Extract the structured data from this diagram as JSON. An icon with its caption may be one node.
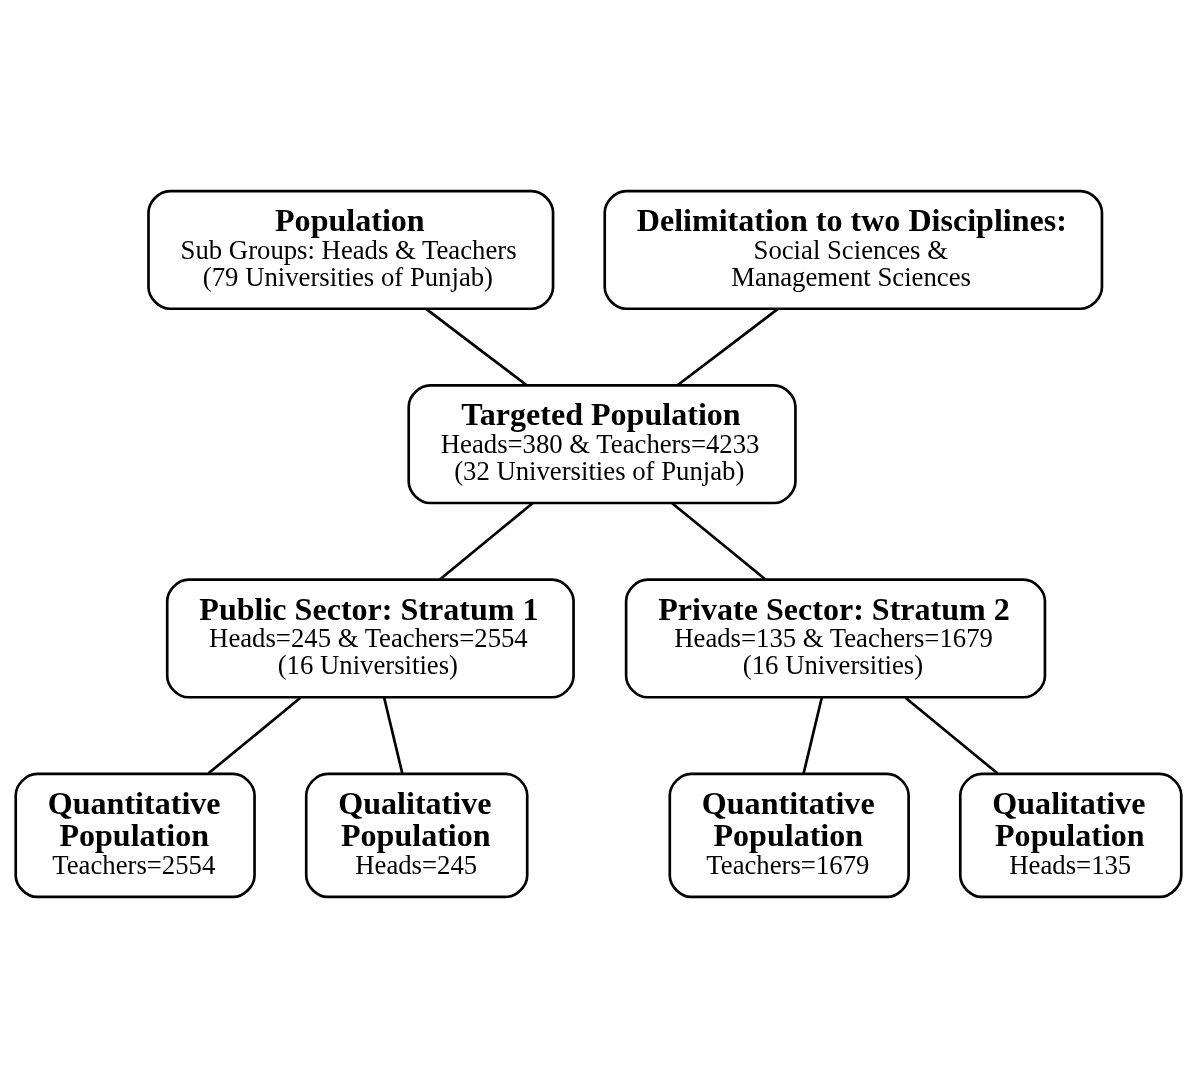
{
  "diagram": {
    "nodes": [
      {
        "text": [
          "Population",
          "Sub Groups: Heads & Teachers",
          "(79 Universities of Punjab)"
        ]
      },
      {
        "text": [
          "Delimitation to two Disciplines:",
          "Social Sciences & Management Sciences"
        ]
      },
      {
        "text": [
          "Targeted Population",
          "Heads=380 & Teachers=4233",
          "(32 Universities of Punjab)"
        ]
      },
      {
        "text": [
          "Public Sector: Stratum 1",
          "Heads=245 & Teachers=2554",
          "(16 Universities)"
        ]
      },
      {
        "text": [
          "Private Sector: Stratum 2",
          "Heads=135 & Teachers=1679",
          "(16 Universities)"
        ]
      },
      {
        "text": [
          "Quantitative Population",
          "Teachers=2554"
        ]
      },
      {
        "text": [
          "Qualitative Population",
          "Heads=245"
        ]
      },
      {
        "text": [
          "Quantitative Population",
          "Teachers=1679"
        ]
      },
      {
        "text": [
          "Qualitative Population",
          "Heads=135"
        ]
      }
    ],
    "edges": [
      {
        "from": 0,
        "to": 2,
        "arrow": "none"
      },
      {
        "from": 1,
        "to": 2,
        "arrow": "none"
      },
      {
        "from": 2,
        "to": 3,
        "arrow": "none"
      },
      {
        "from": 2,
        "to": 4,
        "arrow": "none"
      },
      {
        "from": 3,
        "to": 5,
        "arrow": "none"
      },
      {
        "from": 3,
        "to": 6,
        "arrow": "none"
      },
      {
        "from": 4,
        "to": 7,
        "arrow": "none"
      },
      {
        "from": 4,
        "to": 8,
        "arrow": "none"
      }
    ]
  }
}
